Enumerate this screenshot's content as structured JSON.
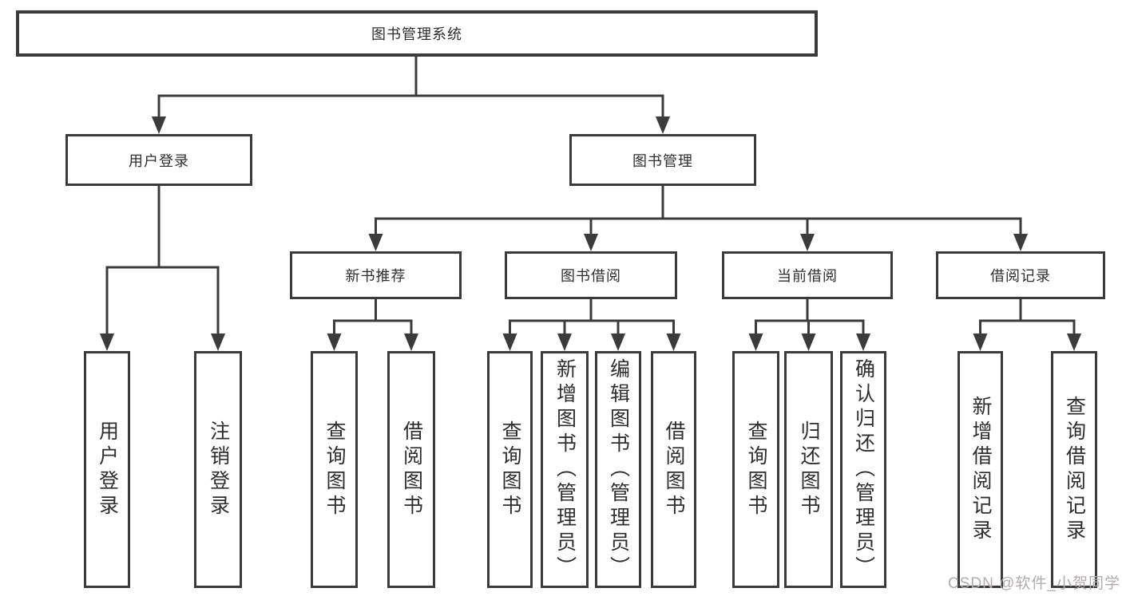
{
  "diagram": {
    "tree": {
      "label": "图书管理系统",
      "children": [
        {
          "label": "用户登录",
          "children": [
            {
              "label": "用户登录"
            },
            {
              "label": "注销登录"
            }
          ]
        },
        {
          "label": "图书管理",
          "children": [
            {
              "label": "新书推荐",
              "children": [
                {
                  "label": "查询图书"
                },
                {
                  "label": "借阅图书"
                }
              ]
            },
            {
              "label": "图书借阅",
              "children": [
                {
                  "label": "查询图书"
                },
                {
                  "label": "新增图书（管理员）"
                },
                {
                  "label": "编辑图书（管理员）"
                },
                {
                  "label": "借阅图书"
                }
              ]
            },
            {
              "label": "当前借阅",
              "children": [
                {
                  "label": "查询图书"
                },
                {
                  "label": "归还图书"
                },
                {
                  "label": "确认归还（管理员）"
                }
              ]
            },
            {
              "label": "借阅记录",
              "children": [
                {
                  "label": "新增借阅记录"
                },
                {
                  "label": "查询借阅记录"
                }
              ]
            }
          ]
        }
      ]
    },
    "watermark": "CSDN @软件_小贺同学",
    "colors": {
      "line": "#3b3b3b",
      "box_border": "#3b3b3b",
      "text": "#2e2e2e",
      "watermark": "#b3acac",
      "background": "#ffffff"
    }
  }
}
